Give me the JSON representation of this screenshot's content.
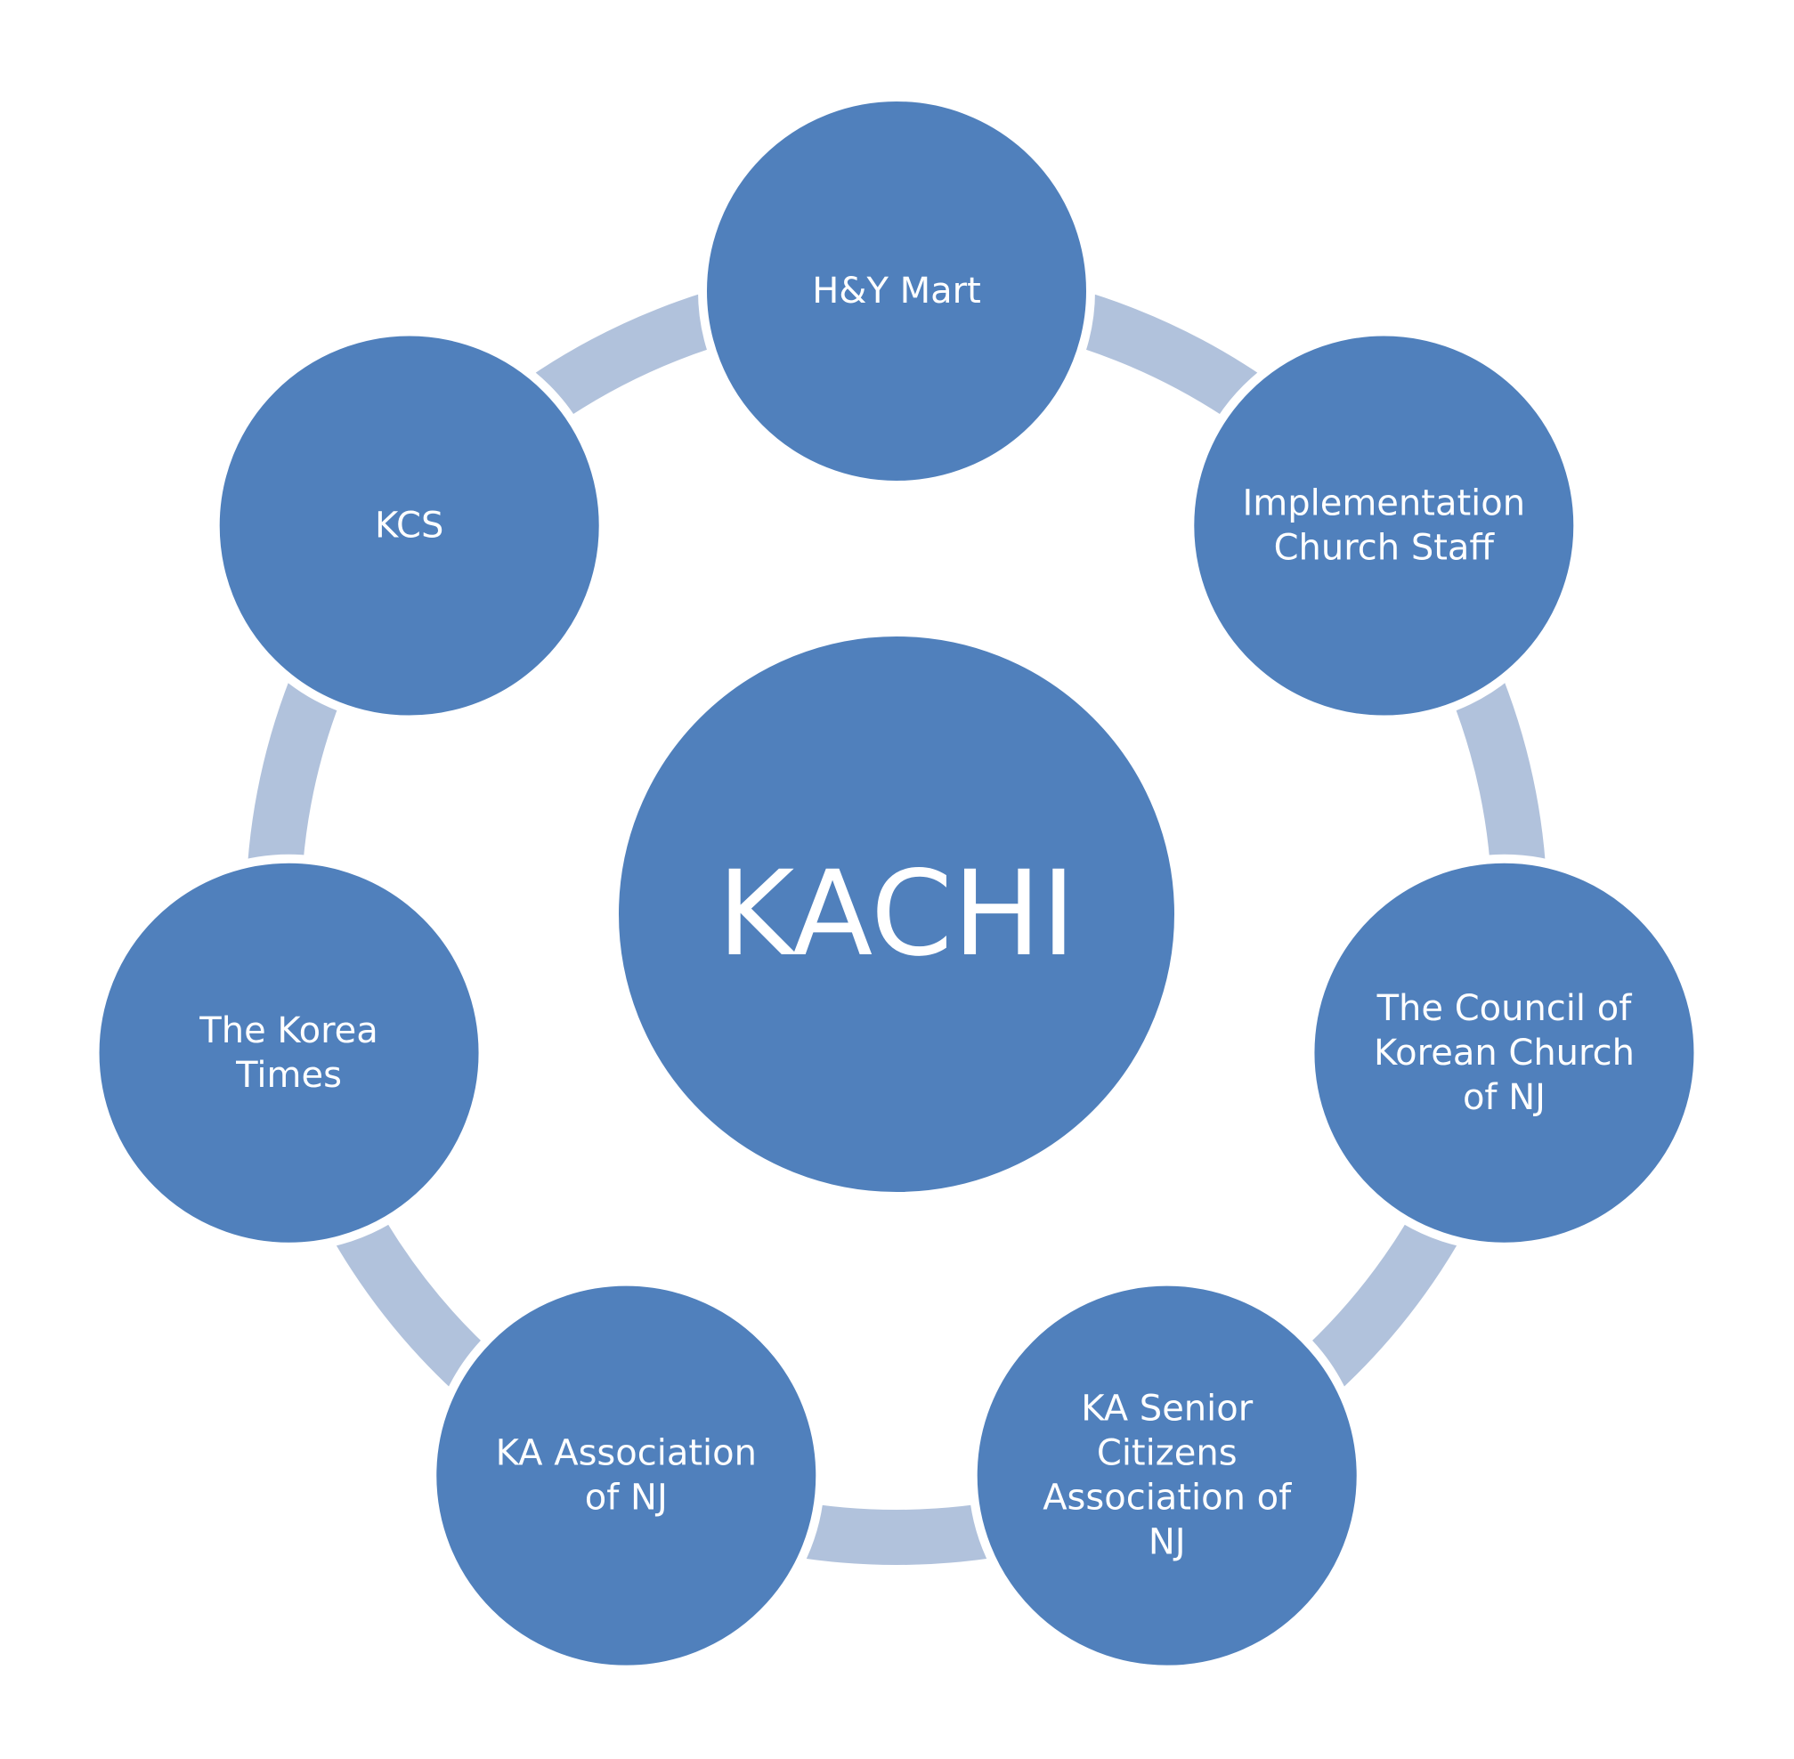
{
  "diagram": {
    "type": "cycle",
    "colors": {
      "node_fill": "#5080BC",
      "node_border": "#ffffff",
      "ring": "#B1C2DC",
      "text": "#ffffff"
    },
    "center": {
      "label": "KACHI"
    },
    "nodes": [
      {
        "id": "hy-mart",
        "lines": [
          "H&Y Mart"
        ]
      },
      {
        "id": "implementation-church-staff",
        "lines": [
          "Implementation",
          "Church Staff"
        ]
      },
      {
        "id": "council-korean-church-nj",
        "lines": [
          "The Council of",
          "Korean Church",
          "of NJ"
        ]
      },
      {
        "id": "ka-senior-citizens-nj",
        "lines": [
          "KA Senior",
          "Citizens",
          "Association of",
          "NJ"
        ]
      },
      {
        "id": "ka-association-nj",
        "lines": [
          "KA Association",
          "of NJ"
        ]
      },
      {
        "id": "korea-times",
        "lines": [
          "The Korea",
          "Times"
        ]
      },
      {
        "id": "kcs",
        "lines": [
          "KCS"
        ]
      }
    ]
  }
}
